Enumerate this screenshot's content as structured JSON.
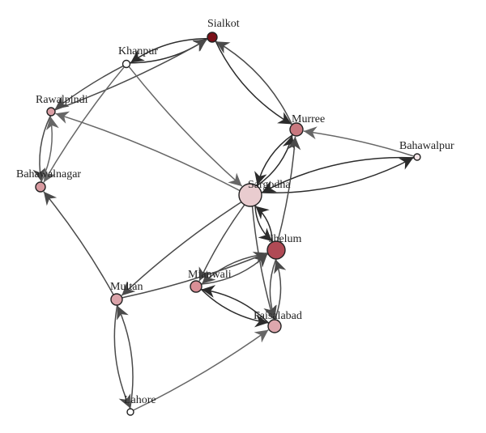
{
  "colors": {
    "edge_dark": "#2b2b2b",
    "edge_mid": "#4a4a4a",
    "edge_light": "#666666",
    "node_stroke": "#222222"
  },
  "nodes": [
    {
      "id": "sialkot",
      "label": "Sialkot",
      "fill": "#7a1018"
    },
    {
      "id": "khanpur",
      "label": "Khanpur",
      "fill": "#ffffff"
    },
    {
      "id": "rawalpindi",
      "label": "Rawalpindi",
      "fill": "#dca0a6"
    },
    {
      "id": "murree",
      "label": "Murree",
      "fill": "#c8787f"
    },
    {
      "id": "bahawalpur",
      "label": "Bahawalpur",
      "fill": "#f4e6e8"
    },
    {
      "id": "bahawalnagar",
      "label": "Bahawalnagar",
      "fill": "#d89aa0"
    },
    {
      "id": "sargodha",
      "label": "Sargodha",
      "fill": "#e9cccf"
    },
    {
      "id": "jhelum",
      "label": "Jhelum",
      "fill": "#b04a55"
    },
    {
      "id": "mianwali",
      "label": "Mianwali",
      "fill": "#d88f96"
    },
    {
      "id": "multan",
      "label": "Multan",
      "fill": "#dba4aa"
    },
    {
      "id": "faisalabad",
      "label": "Faisalabad",
      "fill": "#dda7ad"
    },
    {
      "id": "lahore",
      "label": "Lahore",
      "fill": "#ffffff"
    }
  ],
  "edges": [
    {
      "from": "khanpur",
      "to": "sialkot",
      "tone": "edge_dark"
    },
    {
      "from": "sialkot",
      "to": "khanpur",
      "tone": "edge_dark"
    },
    {
      "from": "rawalpindi",
      "to": "sialkot",
      "tone": "edge_mid"
    },
    {
      "from": "sialkot",
      "to": "murree",
      "tone": "edge_dark"
    },
    {
      "from": "murree",
      "to": "sialkot",
      "tone": "edge_mid"
    },
    {
      "from": "khanpur",
      "to": "sargodha",
      "tone": "edge_light"
    },
    {
      "from": "khanpur",
      "to": "bahawalnagar",
      "tone": "edge_light"
    },
    {
      "from": "khanpur",
      "to": "rawalpindi",
      "tone": "edge_mid"
    },
    {
      "from": "rawalpindi",
      "to": "bahawalnagar",
      "tone": "edge_mid"
    },
    {
      "from": "bahawalnagar",
      "to": "rawalpindi",
      "tone": "edge_light"
    },
    {
      "from": "sargodha",
      "to": "rawalpindi",
      "tone": "edge_light"
    },
    {
      "from": "multan",
      "to": "bahawalnagar",
      "tone": "edge_mid"
    },
    {
      "from": "bahawalpur",
      "to": "murree",
      "tone": "edge_light"
    },
    {
      "from": "sargodha",
      "to": "murree",
      "tone": "edge_dark"
    },
    {
      "from": "murree",
      "to": "sargodha",
      "tone": "edge_dark"
    },
    {
      "from": "sargodha",
      "to": "bahawalpur",
      "tone": "edge_dark"
    },
    {
      "from": "bahawalpur",
      "to": "sargodha",
      "tone": "edge_dark"
    },
    {
      "from": "sargodha",
      "to": "jhelum",
      "tone": "edge_dark"
    },
    {
      "from": "jhelum",
      "to": "sargodha",
      "tone": "edge_dark"
    },
    {
      "from": "jhelum",
      "to": "murree",
      "tone": "edge_mid"
    },
    {
      "from": "sargodha",
      "to": "multan",
      "tone": "edge_mid"
    },
    {
      "from": "sargodha",
      "to": "mianwali",
      "tone": "edge_mid"
    },
    {
      "from": "sargodha",
      "to": "faisalabad",
      "tone": "edge_mid"
    },
    {
      "from": "mianwali",
      "to": "jhelum",
      "tone": "edge_mid"
    },
    {
      "from": "jhelum",
      "to": "mianwali",
      "tone": "edge_mid"
    },
    {
      "from": "faisalabad",
      "to": "jhelum",
      "tone": "edge_mid"
    },
    {
      "from": "jhelum",
      "to": "faisalabad",
      "tone": "edge_mid"
    },
    {
      "from": "mianwali",
      "to": "faisalabad",
      "tone": "edge_dark"
    },
    {
      "from": "faisalabad",
      "to": "mianwali",
      "tone": "edge_dark"
    },
    {
      "from": "multan",
      "to": "jhelum",
      "tone": "edge_mid"
    },
    {
      "from": "multan",
      "to": "lahore",
      "tone": "edge_mid"
    },
    {
      "from": "lahore",
      "to": "multan",
      "tone": "edge_mid"
    },
    {
      "from": "lahore",
      "to": "faisalabad",
      "tone": "edge_light"
    }
  ]
}
